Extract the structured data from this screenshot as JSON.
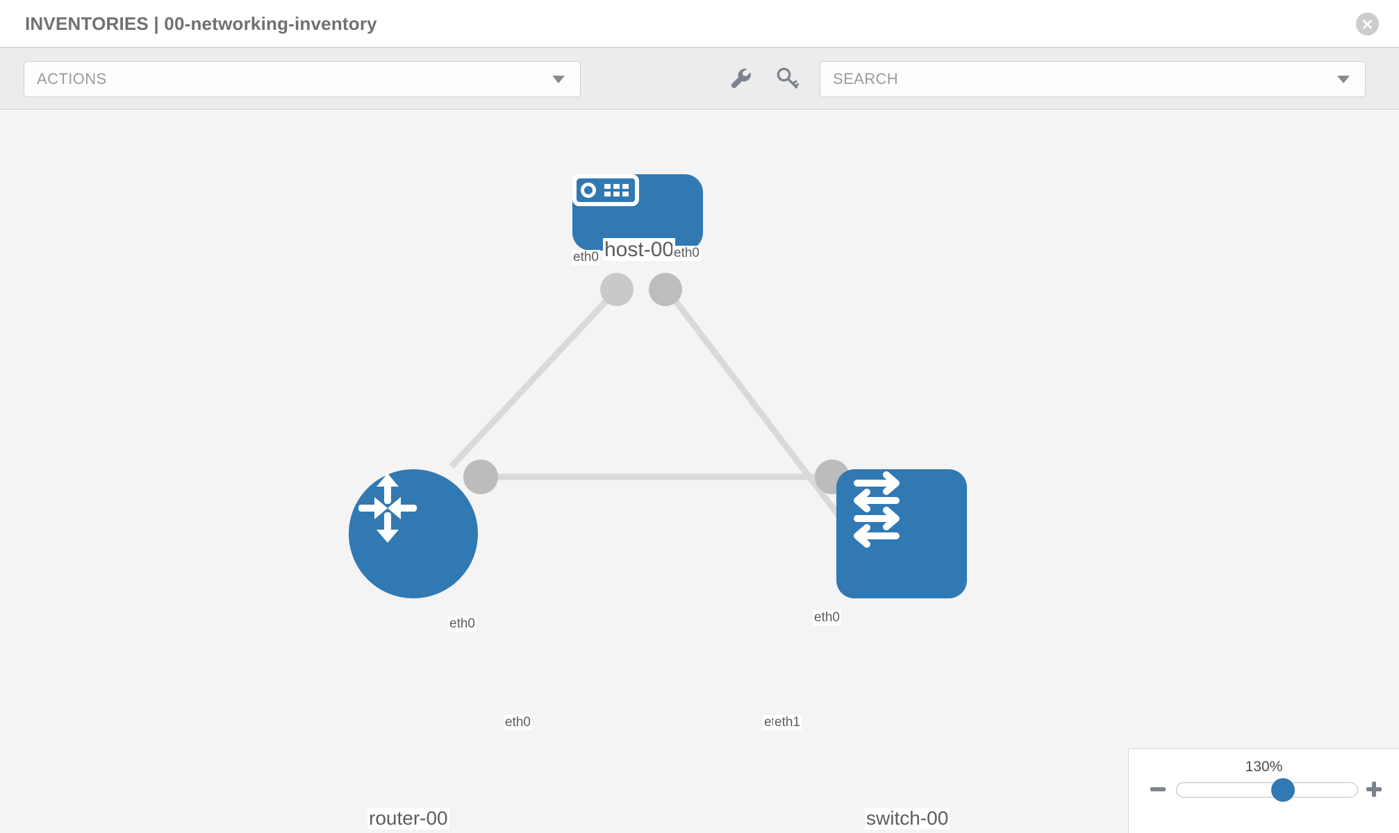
{
  "header": {
    "title": "INVENTORIES | 00-networking-inventory",
    "close_icon": "close-circle-icon"
  },
  "toolbar": {
    "actions_label": "ACTIONS",
    "actions_caret_icon": "chevron-down-icon",
    "wrench_icon": "wrench-icon",
    "key_icon": "key-icon",
    "search_placeholder": "SEARCH",
    "search_value": "",
    "search_caret_icon": "chevron-down-icon"
  },
  "topology": {
    "nodes": [
      {
        "id": "host-00",
        "label": "host-00",
        "type": "host",
        "icon": "server-icon",
        "color": "#3179b3"
      },
      {
        "id": "router-00",
        "label": "router-00",
        "type": "router",
        "icon": "router-arrows-icon",
        "color": "#3179b3"
      },
      {
        "id": "switch-00",
        "label": "switch-00",
        "type": "switch",
        "icon": "switch-arrows-icon",
        "color": "#3179b3"
      }
    ],
    "links": [
      {
        "from": "host-00",
        "to": "router-00",
        "from_interface": "eth0",
        "to_interface": "eth0"
      },
      {
        "from": "host-00",
        "to": "switch-00",
        "from_interface": "eth0",
        "to_interface": "eth0"
      },
      {
        "from": "router-00",
        "to": "switch-00",
        "from_interface": "eth0",
        "to_interface": "eth1"
      }
    ],
    "interface_labels": {
      "host_left": "eth0",
      "host_right": "eth0",
      "router_upper": "eth0",
      "router_right": "eth0",
      "switch_upper": "eth0",
      "switch_left_hidden": "eth0",
      "switch_left": "eth1"
    },
    "link_color": "#d9d9d9",
    "connector_color": "#b8b8b8"
  },
  "zoom_control": {
    "value_label": "130%",
    "minus_icon": "minus-icon",
    "plus_icon": "plus-icon",
    "thumb_position_percent": 60
  }
}
